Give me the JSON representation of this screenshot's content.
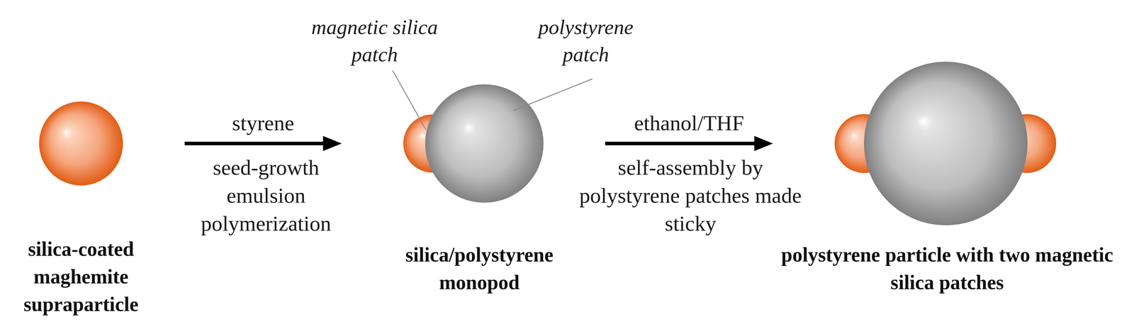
{
  "diagram": {
    "nodes": [
      {
        "text": [
          "silica-coated maghemite supraparticle"
        ]
      },
      {
        "text": [
          "silica/polystyrene monopod"
        ]
      },
      {
        "text": [
          "polystyrene particle with two magnetic silica patches"
        ]
      }
    ],
    "edges": [
      {
        "from": 0,
        "to": 1,
        "arrow": "to",
        "label": "styrene"
      },
      {
        "from": 1,
        "to": 2,
        "arrow": "to",
        "label": "ethanol/THF"
      }
    ],
    "labels": [
      "magnetic silica patch",
      "polystyrene patch",
      "seed-growth emulsion polymerization",
      "self-assembly by polystyrene patches made sticky"
    ]
  }
}
